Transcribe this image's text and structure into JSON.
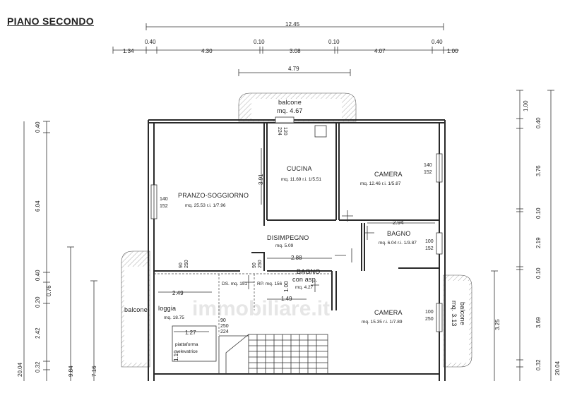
{
  "title": "PIANO SECONDO",
  "watermark": "immobiliare.it",
  "rooms": {
    "pranzo": {
      "name": "PRANZO-SOGGIORNO",
      "meta": "mq. 25.53 r.i. 1/7.96"
    },
    "cucina": {
      "name": "CUCINA",
      "meta": "mq. 11.69 r.i. 1/5.51"
    },
    "camera1": {
      "name": "CAMERA",
      "meta": "mq. 12.46 r.i. 1/5.87"
    },
    "disimpegno": {
      "name": "DISIMPEGNO",
      "meta": "mq. 5.09"
    },
    "bagno1": {
      "name": "BAGNO",
      "meta": "mq. 6.04 r.i. 1/3.87"
    },
    "bagno2": {
      "name": "BAGNO",
      "sub": "con asp.",
      "meta": "mq. 4.27"
    },
    "loggia": {
      "name": "loggia",
      "meta": "mq. 18.75"
    },
    "camera2": {
      "name": "CAMERA",
      "meta": "mq. 15.35 r.i. 1/7.89"
    },
    "balcone_top": {
      "name": "balcone",
      "meta": "mq. 4.67"
    },
    "balcone_left": {
      "name": "balcone"
    },
    "balcone_right": {
      "name": "balcone",
      "meta": "mq. 3.13"
    },
    "ds": "DS. mq. 151",
    "rp": "RP. mq. 156",
    "piattaforma": {
      "line1": "piattaforma",
      "line2": "elevatrice"
    }
  },
  "windows": {
    "w_top_cucina": {
      "h": "120",
      "w": "224"
    },
    "w_pranzo": {
      "h": "140",
      "w": "152"
    },
    "w_camera1": {
      "h": "140",
      "w": "152"
    },
    "w_bagno1": {
      "h": "100",
      "w": "152"
    },
    "w_camera2": {
      "h": "100",
      "w": "250"
    },
    "w_loggia": {
      "h": "90",
      "w": "250"
    },
    "w_loggia2": {
      "h": "90",
      "w": "250"
    },
    "w_stair": {
      "h": "90",
      "w": "250",
      "w2": "224"
    }
  },
  "dims_top": {
    "total": "12.45",
    "d1": "1.34",
    "d2": "0.40",
    "d3": "4.30",
    "d4": "0.10",
    "d5": "3.08",
    "d6": "0.10",
    "d7": "4.07",
    "d8": "0.40",
    "d9": "1.00",
    "sub": "4.79"
  },
  "dims_left": {
    "a": "0.40",
    "b": "6.04",
    "c": "0.40",
    "d": "0.20",
    "e": "0.76",
    "f": "2.42",
    "g": "0.32",
    "total": "20.04",
    "h": "9.84",
    "i": "7.16"
  },
  "dims_right": {
    "a": "1.00",
    "b": "0.40",
    "c": "3.76",
    "d": "0.10",
    "e": "2.19",
    "f": "0.10",
    "g": "3.69",
    "h": "0.32",
    "total": "20.04",
    "i": "3.25"
  },
  "dims_inner": {
    "cucina_h": "3.91",
    "bagno_w": "2.94",
    "disimp_w": "2.88",
    "bagno2_w": "1.49",
    "loggia_w": "2.49",
    "stair_w": "1.27",
    "stair_h": "1.19",
    "v": "1.00"
  }
}
